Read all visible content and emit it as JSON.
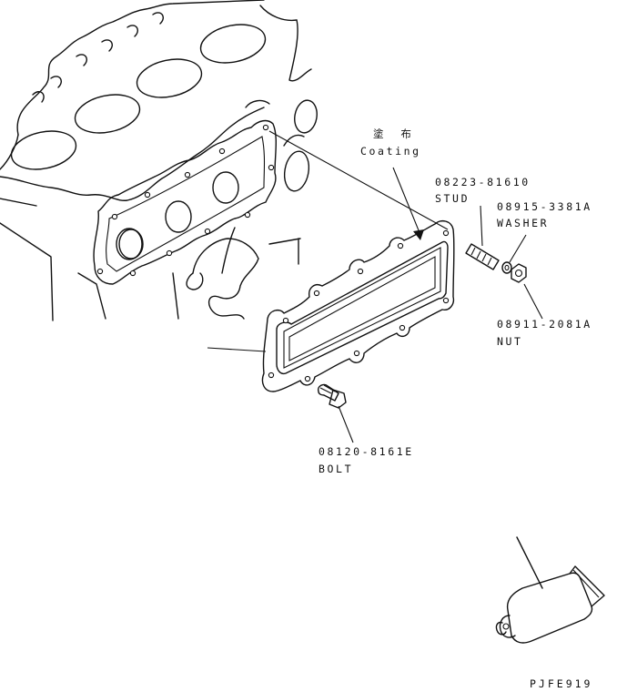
{
  "labels": {
    "coating_jp": "塗 布",
    "coating": "Coating",
    "stud_part": "08223-81610",
    "stud_name": "STUD",
    "washer_part": "08915-3381A",
    "washer_name": "WASHER",
    "nut_part": "08911-2081A",
    "nut_name": "NUT",
    "bolt_part": "08120-8161E",
    "bolt_name": "BOLT",
    "figure_code": "PJFE919"
  }
}
